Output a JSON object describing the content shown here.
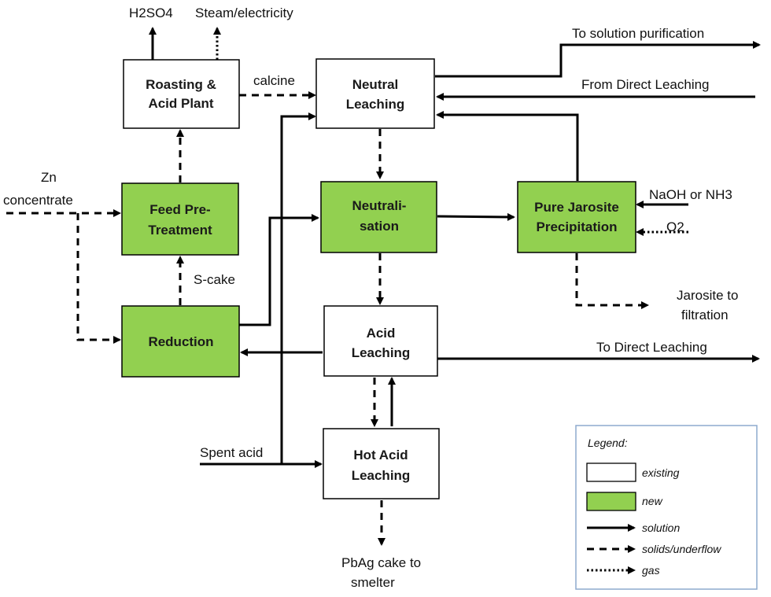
{
  "colors": {
    "existing_fill": "#ffffff",
    "new_fill": "#92d050",
    "border": "#000000",
    "legend_border": "#8eaacd"
  },
  "boxes": {
    "roasting": [
      "Roasting &",
      "Acid Plant"
    ],
    "neutral_leaching": [
      "Neutral",
      "Leaching"
    ],
    "feed_pretreatment": [
      "Feed Pre-",
      "Treatment"
    ],
    "neutralisation": [
      "Neutrali-",
      "sation"
    ],
    "pure_jarosite": [
      "Pure Jarosite",
      "Precipitation"
    ],
    "reduction": [
      "Reduction"
    ],
    "acid_leaching": [
      "Acid",
      "Leaching"
    ],
    "hot_acid_leaching": [
      "Hot Acid",
      "Leaching"
    ]
  },
  "labels": {
    "h2so4": "H2SO4",
    "steam": "Steam/electricity",
    "calcine": "calcine",
    "to_solution_purification": "To solution purification",
    "from_direct_leaching": "From Direct Leaching",
    "zn_concentrate": [
      "Zn",
      "concentrate"
    ],
    "naoh": "NaOH or NH3",
    "o2": "O2",
    "s_cake": "S-cake",
    "jarosite_filtration": [
      "Jarosite to",
      "filtration"
    ],
    "to_direct_leaching": "To Direct Leaching",
    "spent_acid": "Spent acid",
    "pbag": [
      "PbAg cake to",
      "smelter"
    ]
  },
  "legend": {
    "title": "Legend:",
    "existing": "existing",
    "new": "new",
    "solution": "solution",
    "solids": "solids/underflow",
    "gas": "gas"
  }
}
